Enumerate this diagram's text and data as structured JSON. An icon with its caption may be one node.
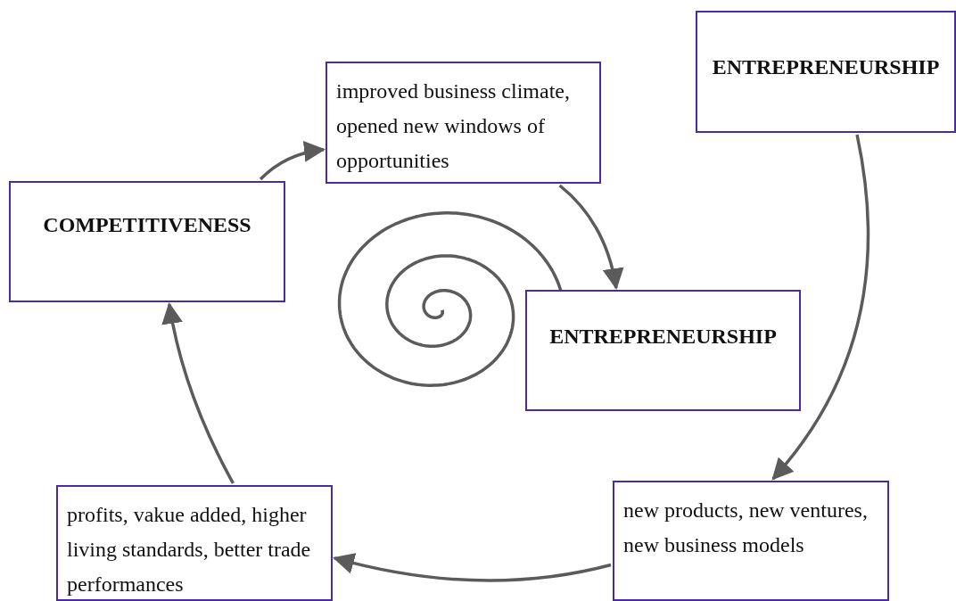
{
  "diagram": {
    "nodes": [
      {
        "text": [
          "ENTREPRENEURSHIP"
        ]
      },
      {
        "text": [
          "new products, new ventures, new business models"
        ]
      },
      {
        "text": [
          "profits, vakue added, higher living standards, better trade performances"
        ]
      },
      {
        "text": [
          "COMPETITIVENESS"
        ]
      },
      {
        "text": [
          "improved business climate,  opened new windows of opportunities"
        ]
      },
      {
        "text": [
          "ENTREPRENEURSHIP"
        ]
      }
    ],
    "edges": [
      {
        "from": 0,
        "to": 1,
        "arrow": "to"
      },
      {
        "from": 1,
        "to": 2,
        "arrow": "to"
      },
      {
        "from": 2,
        "to": 3,
        "arrow": "to"
      },
      {
        "from": 3,
        "to": 4,
        "arrow": "to"
      },
      {
        "from": 4,
        "to": 5,
        "arrow": "to"
      }
    ]
  }
}
